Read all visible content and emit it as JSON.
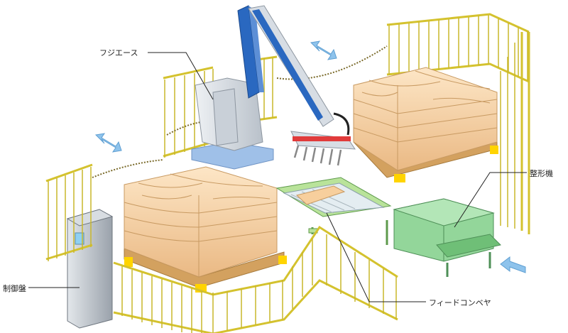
{
  "labels": {
    "robot": "フジエース",
    "controller": "制御盤",
    "shaper": "整形機",
    "conveyor": "フィードコンベヤ"
  },
  "colors": {
    "fence": "#f2e24a",
    "fence_stroke": "#c9b72a",
    "bag": "#f7cf9d",
    "bag_stroke": "#c89a62",
    "robot_arm": "#2a68c0",
    "robot_body": "#d7dde4",
    "robot_base": "#9fc0e8",
    "conveyor": "#b9e39a",
    "machine": "#93d69a",
    "controller": "#b5bcc4",
    "arrow": "#8ec3ec",
    "chain": "#7a6a2a"
  },
  "icons": {
    "arrows": "double-headed-arrow-icon",
    "feed_arrow": "feed-direction-arrow-icon"
  }
}
